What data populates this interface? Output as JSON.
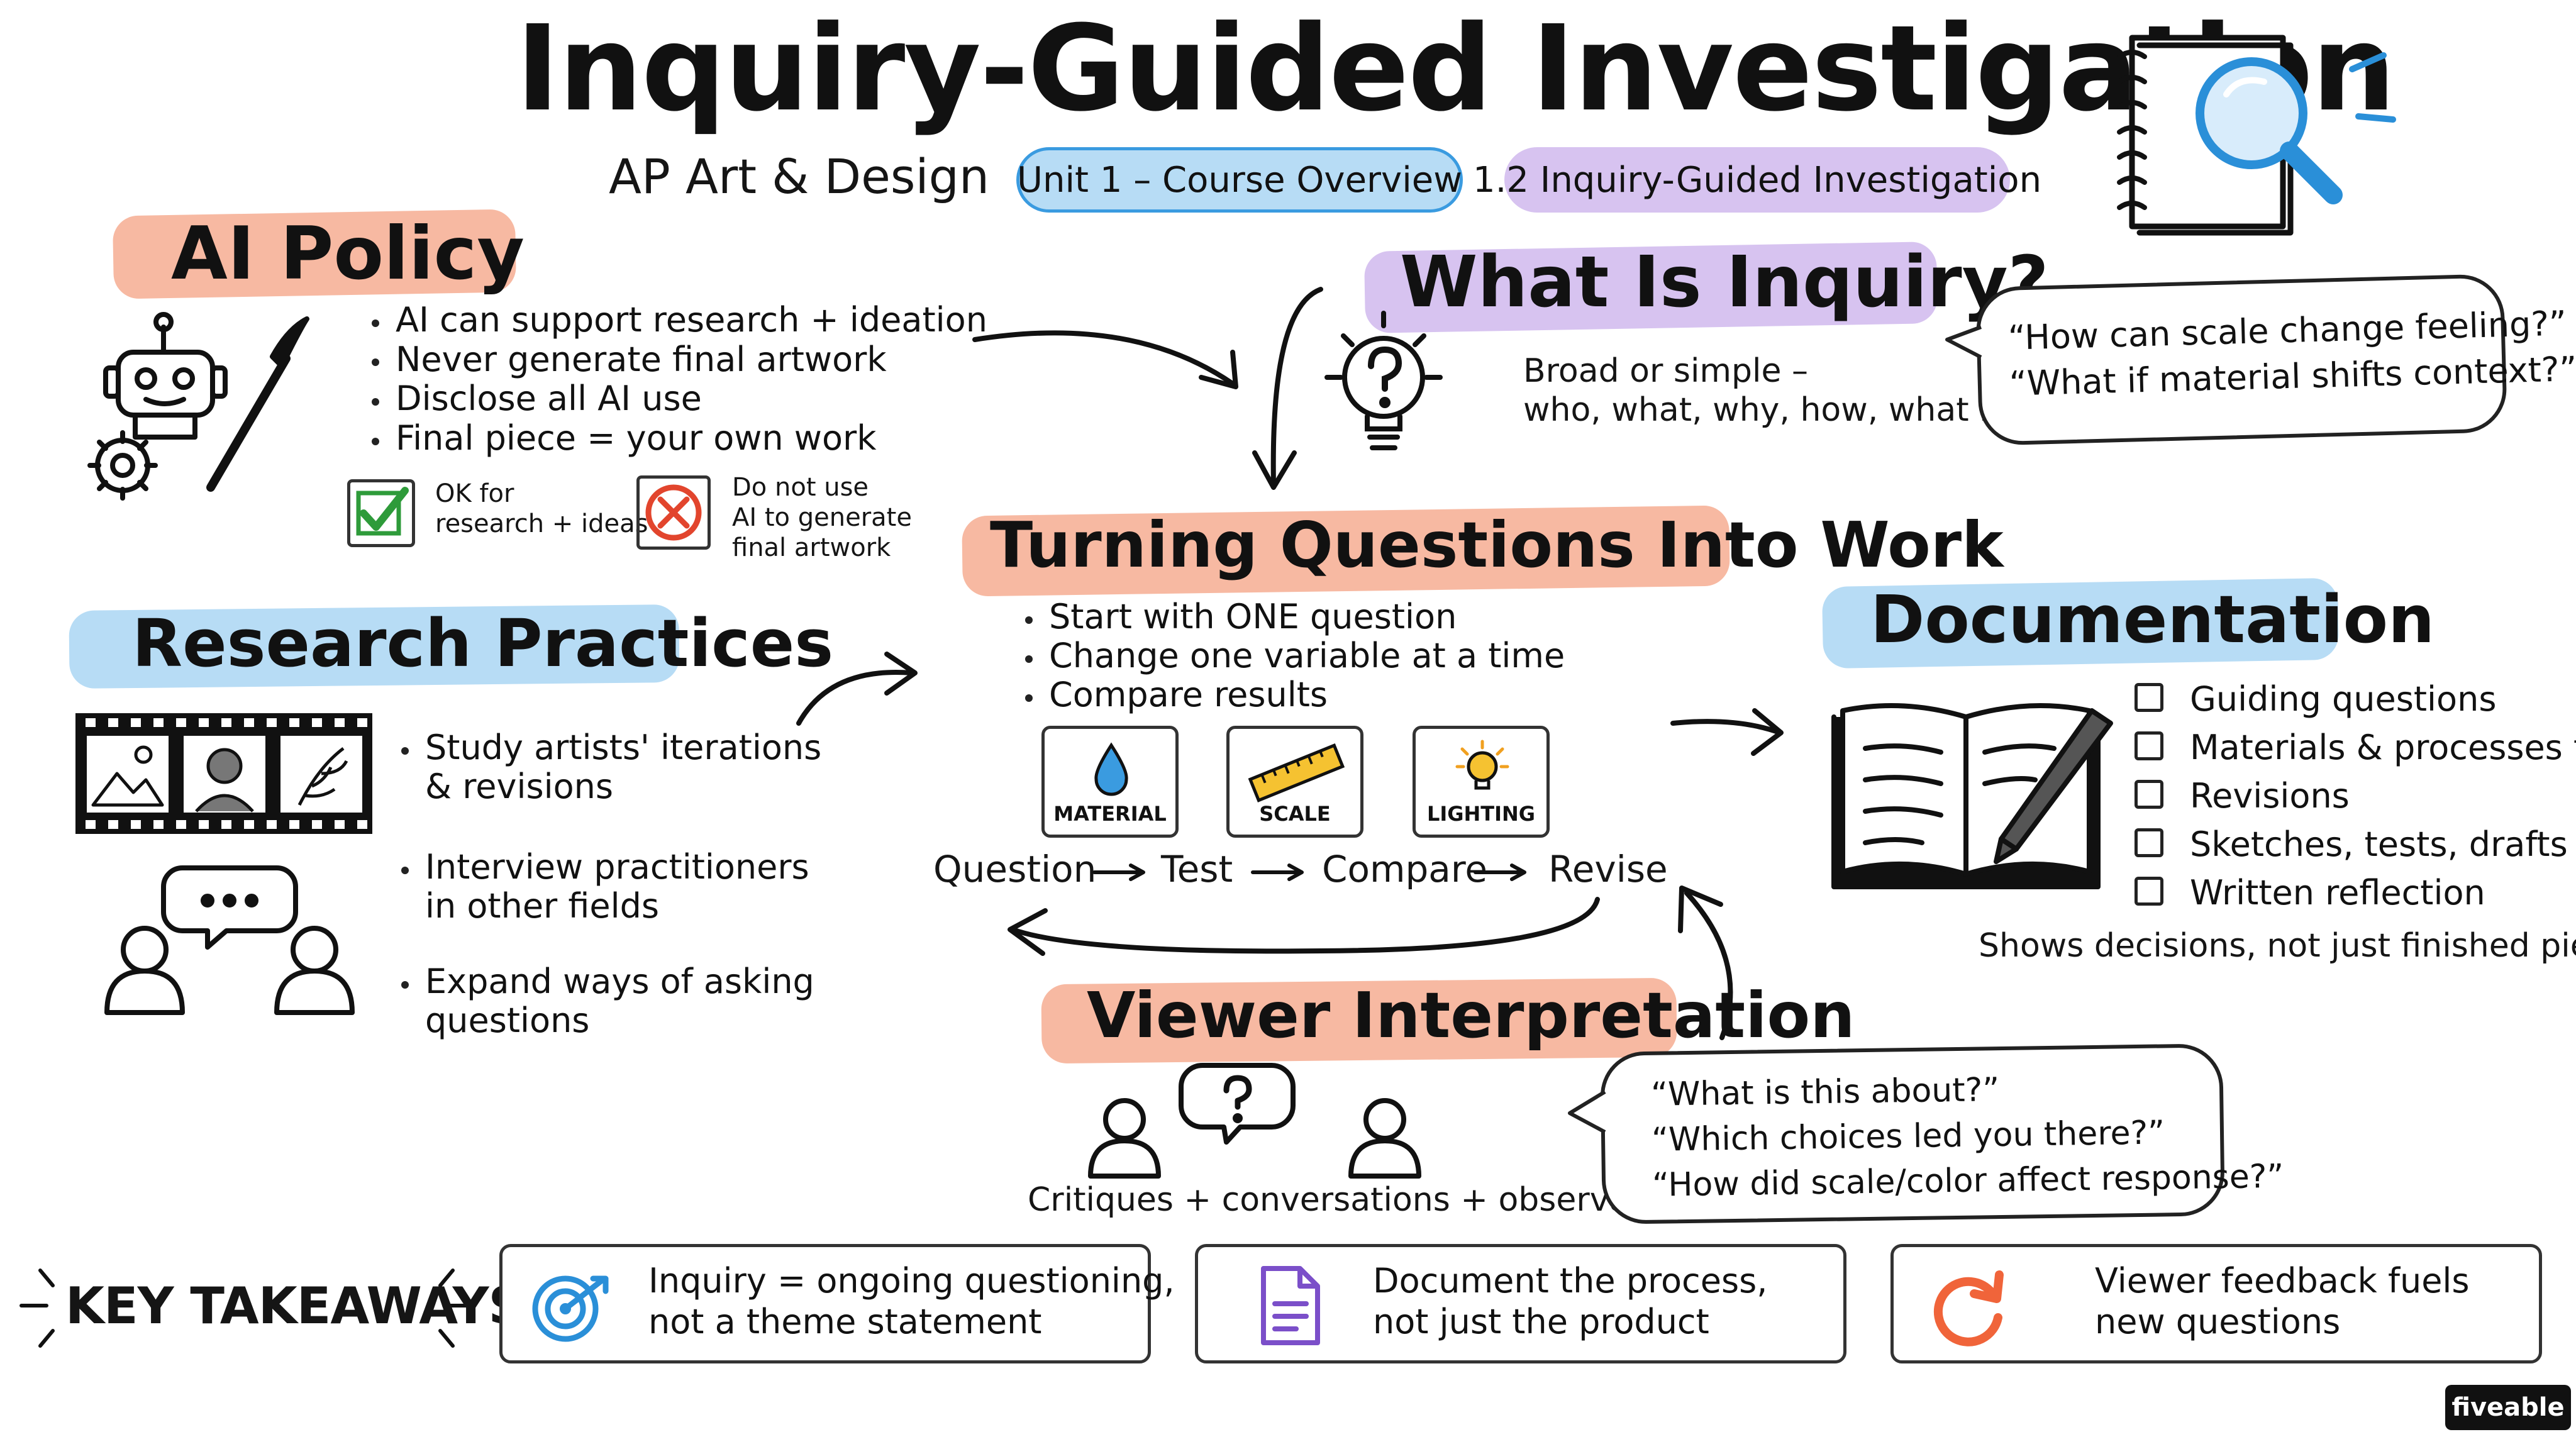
{
  "header": {
    "title": "Inquiry-Guided Investigation",
    "course": "AP Art & Design",
    "unit_pill": "Unit 1 – Course Overview",
    "topic_pill": "1.2 Inquiry-Guided Investigation"
  },
  "ai_policy": {
    "title": "AI Policy",
    "items": [
      "AI can support research + ideation",
      "Never generate final artwork",
      "Disclose all AI use",
      "Final piece = your own work"
    ],
    "ok_line1": "OK for",
    "ok_line2": "research + ideas",
    "no_line1": "Do not use",
    "no_line2": "AI to generate",
    "no_line3": "final artwork"
  },
  "what_is_inquiry": {
    "title": "What Is Inquiry?",
    "line1": "Broad or simple –",
    "line2": "who, what, why, how, what if",
    "quote1": "“How can scale change feeling?”",
    "quote2": "“What if material shifts context?”"
  },
  "turning": {
    "title": "Turning Questions Into Work",
    "items": [
      "Start with ONE question",
      "Change one variable at a time",
      "Compare results"
    ],
    "icons": [
      {
        "label": "MATERIAL",
        "icon": "drop-icon"
      },
      {
        "label": "SCALE",
        "icon": "ruler-icon"
      },
      {
        "label": "LIGHTING",
        "icon": "lightbulb-icon"
      }
    ],
    "cycle": [
      "Question",
      "Test",
      "Compare",
      "Revise"
    ]
  },
  "research": {
    "title": "Research Practices",
    "item1_line1": "Study artists' iterations",
    "item1_line2": "& revisions",
    "item2_line1": "Interview practitioners",
    "item2_line2": "in other fields",
    "item3_line1": "Expand ways of asking",
    "item3_line2": "questions"
  },
  "documentation": {
    "title": "Documentation",
    "items": [
      "Guiding questions",
      "Materials & processes tried",
      "Revisions",
      "Sketches, tests, drafts",
      "Written reflection"
    ],
    "note": "Shows decisions, not just finished pieces."
  },
  "viewer": {
    "title": "Viewer Interpretation",
    "caption": "Critiques + conversations + observation",
    "quote1": "“What is this about?”",
    "quote2": "“Which choices led you there?”",
    "quote3": "“How did scale/color affect response?”"
  },
  "takeaways": {
    "label": "KEY TAKEAWAYS:",
    "cards": [
      {
        "line1": "Inquiry = ongoing questioning,",
        "line2": "not a theme statement",
        "icon": "target-icon"
      },
      {
        "line1": "Document the process,",
        "line2": "not just the product",
        "icon": "document-icon"
      },
      {
        "line1": "Viewer feedback fuels",
        "line2": "new questions",
        "icon": "refresh-icon"
      }
    ]
  },
  "brand": "fiveable",
  "colors": {
    "peach": "#f7b9a2",
    "blue": "#b7dcf5",
    "purple": "#d7c3f0",
    "accent_blue": "#2a8fd8",
    "accent_orange": "#f0643a",
    "accent_purple": "#7b4fc9"
  }
}
